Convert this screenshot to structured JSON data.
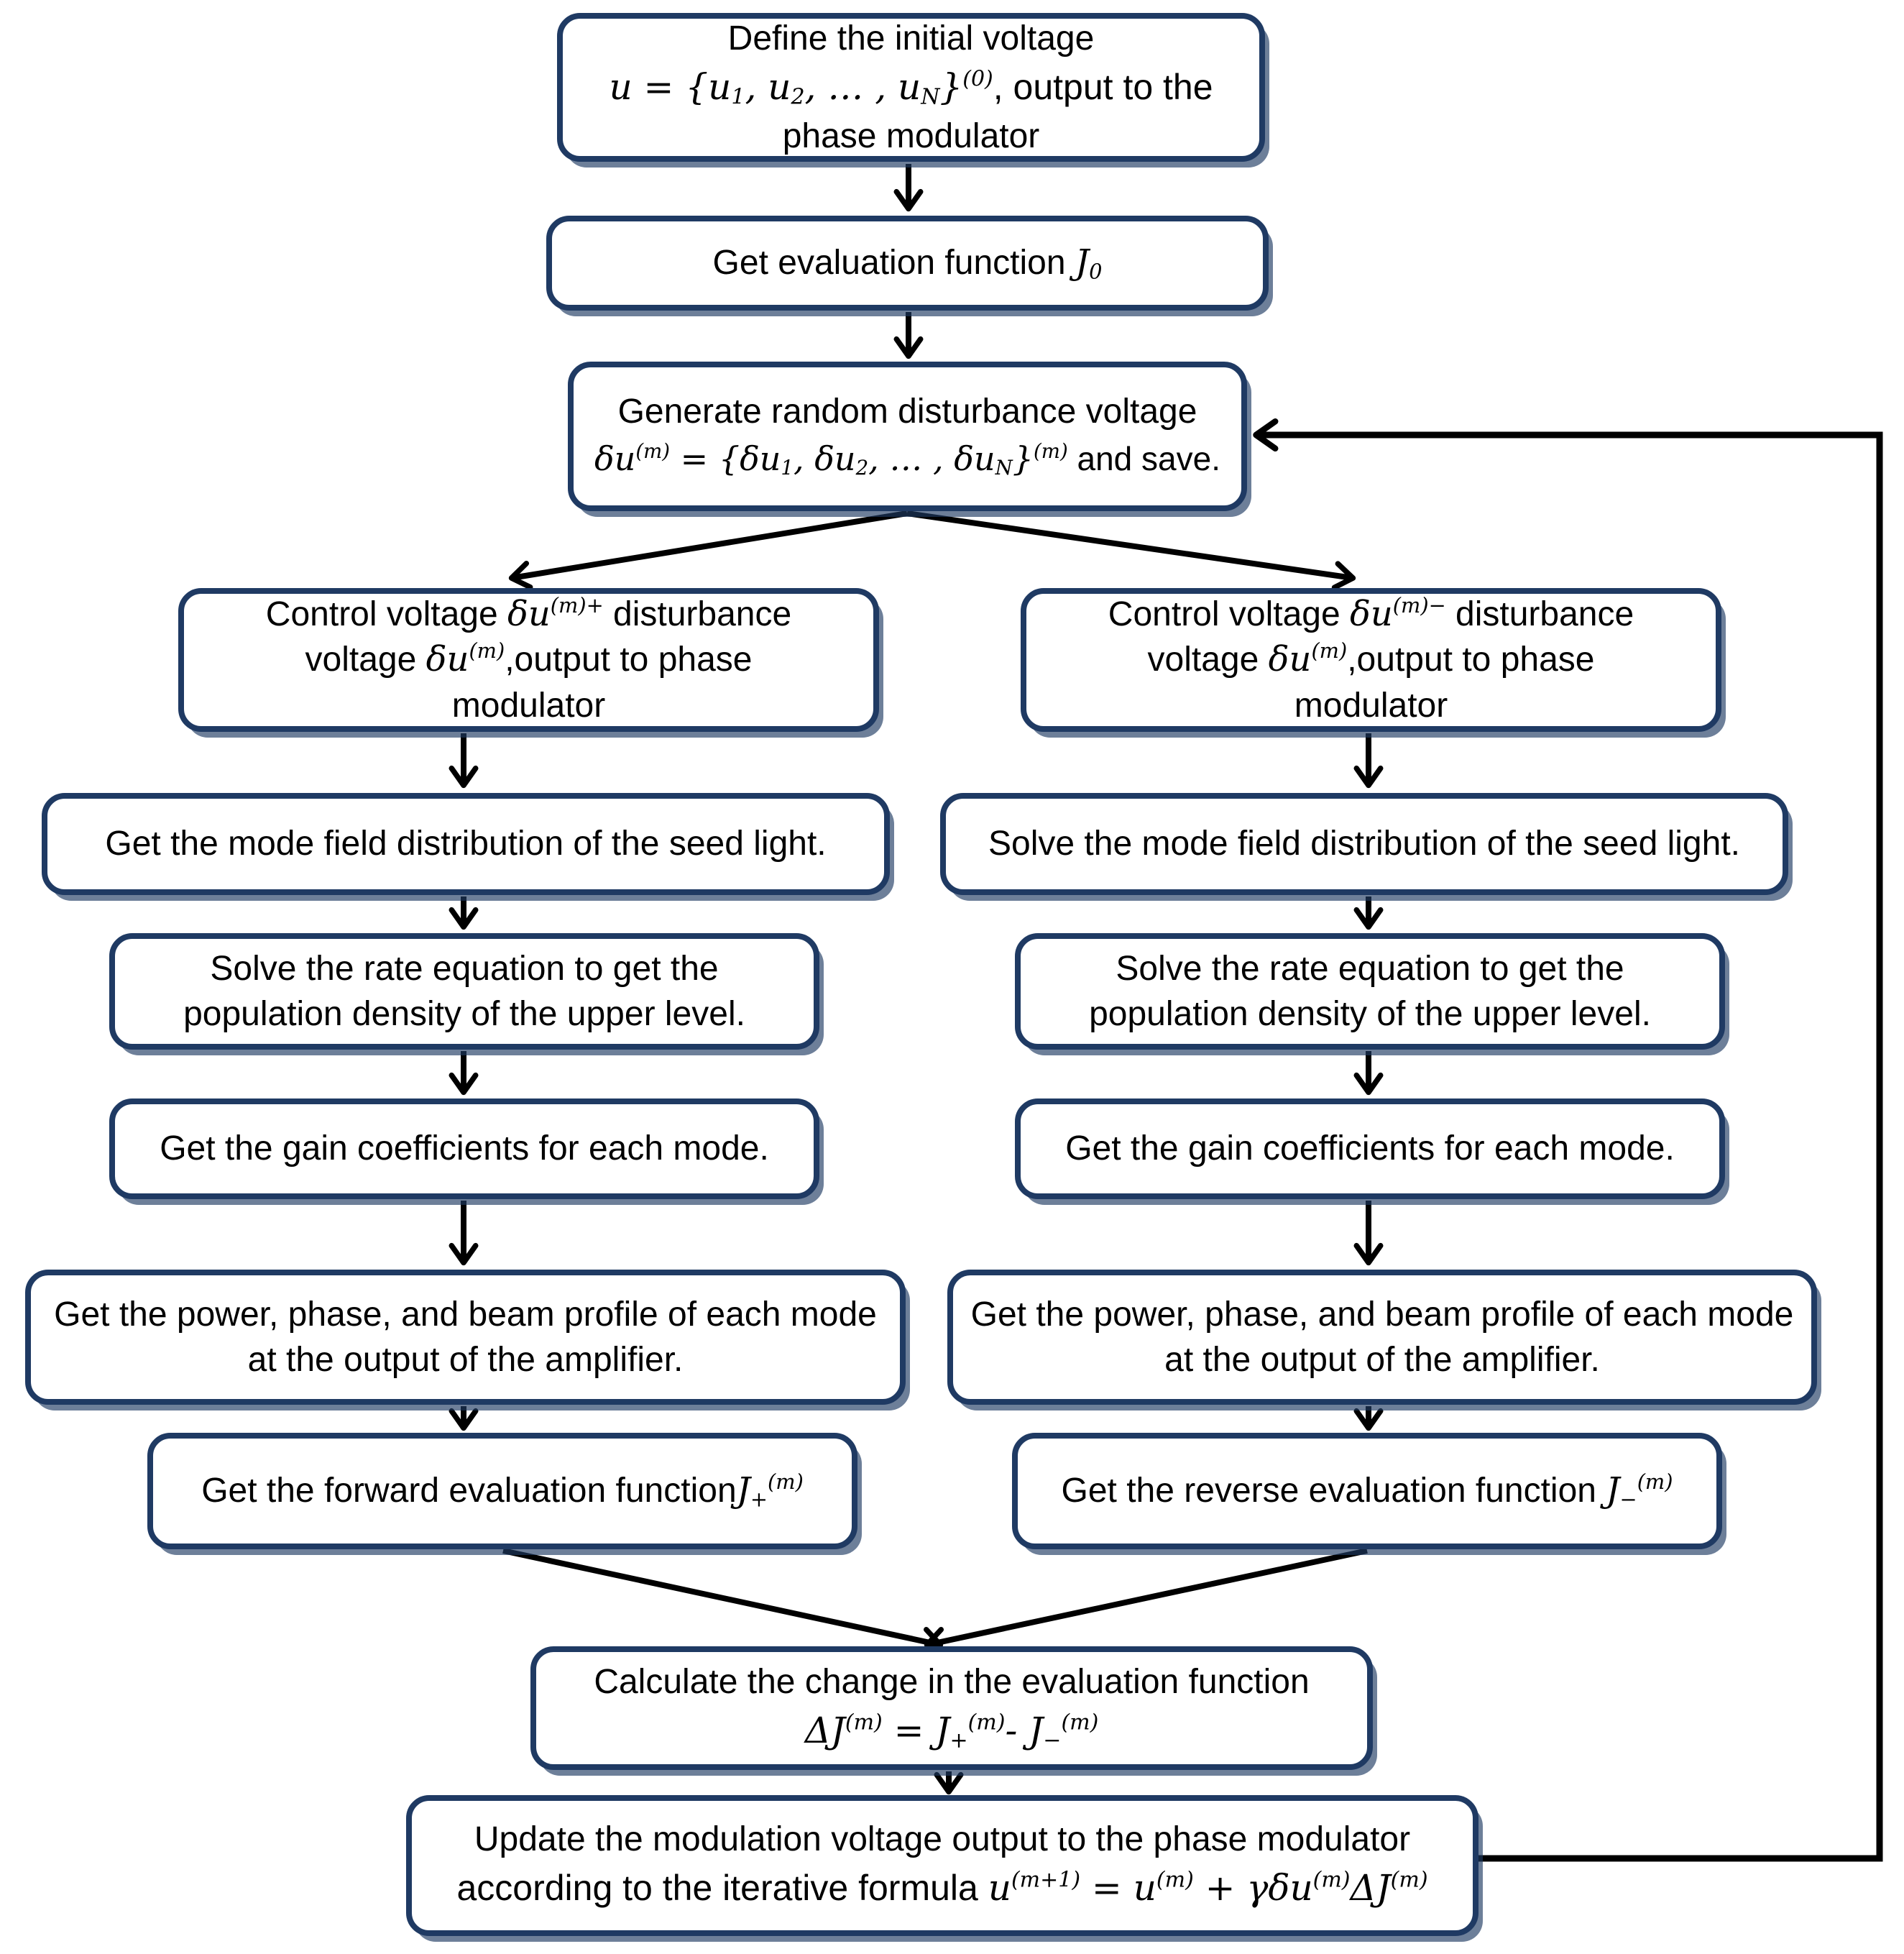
{
  "colors": {
    "border": "#1f3a63",
    "shadow": "rgba(31,58,99,0.65)",
    "arrow": "#000000",
    "background": "#ffffff",
    "text": "#000000"
  },
  "boxes": {
    "define": {
      "line1": "Define the initial voltage",
      "formula": [
        {
          "t": "u",
          "i": true
        },
        {
          "t": " = {",
          "i": true
        },
        {
          "t": "u",
          "i": true
        },
        {
          "t": "1",
          "s": "sub",
          "i": true
        },
        {
          "t": ", ",
          "i": true
        },
        {
          "t": "u",
          "i": true
        },
        {
          "t": "2",
          "s": "sub",
          "i": true
        },
        {
          "t": ", … , ",
          "i": true
        },
        {
          "t": "u",
          "i": true
        },
        {
          "t": "N",
          "s": "sub",
          "i": true
        },
        {
          "t": "}",
          "i": true
        },
        {
          "t": "(0)",
          "s": "sup",
          "i": true
        },
        {
          "t": ", output to the"
        }
      ],
      "line3": "phase modulator"
    },
    "eval0": {
      "rich": [
        {
          "t": "Get evaluation function "
        },
        {
          "t": "J",
          "i": true
        },
        {
          "t": "0",
          "s": "sub",
          "i": true
        }
      ]
    },
    "generate": {
      "line1": "Generate random disturbance voltage",
      "formula": [
        {
          "t": "δu",
          "i": true
        },
        {
          "t": "(m)",
          "s": "sup",
          "i": true
        },
        {
          "t": " = {",
          "i": true
        },
        {
          "t": "δu",
          "i": true
        },
        {
          "t": "1",
          "s": "sub",
          "i": true
        },
        {
          "t": ", ",
          "i": true
        },
        {
          "t": "δu",
          "i": true
        },
        {
          "t": "2",
          "s": "sub",
          "i": true
        },
        {
          "t": ", … , ",
          "i": true
        },
        {
          "t": "δu",
          "i": true
        },
        {
          "t": "N",
          "s": "sub",
          "i": true
        },
        {
          "t": "}",
          "i": true
        },
        {
          "t": "(m)",
          "s": "sup",
          "i": true
        },
        {
          "t": " and save."
        }
      ]
    },
    "control_plus": {
      "lines": [
        [
          {
            "t": "Control voltage "
          },
          {
            "t": "δu",
            "i": true
          },
          {
            "t": "(m)+",
            "s": "sup",
            "i": true
          },
          {
            "t": " disturbance"
          }
        ],
        [
          {
            "t": "voltage "
          },
          {
            "t": "δu",
            "i": true
          },
          {
            "t": "(m)",
            "s": "sup",
            "i": true
          },
          {
            "t": ",output to phase"
          }
        ],
        [
          {
            "t": "modulator"
          }
        ]
      ]
    },
    "control_minus": {
      "lines": [
        [
          {
            "t": "Control voltage "
          },
          {
            "t": "δu",
            "i": true
          },
          {
            "t": "(m)−",
            "s": "sup",
            "i": true
          },
          {
            "t": " disturbance"
          }
        ],
        [
          {
            "t": "voltage "
          },
          {
            "t": "δu",
            "i": true
          },
          {
            "t": "(m)",
            "s": "sup",
            "i": true
          },
          {
            "t": ",output to phase"
          }
        ],
        [
          {
            "t": "modulator"
          }
        ]
      ]
    },
    "mode_left": {
      "text": "Get the mode field distribution of the seed light."
    },
    "mode_right": {
      "text": "Solve the mode field distribution of the seed light."
    },
    "rate_left": {
      "text": "Solve the rate equation to get the population density of the upper level."
    },
    "rate_right": {
      "text": "Solve the rate equation to get the population density of the upper level."
    },
    "gain_left": {
      "text": "Get the gain coefficients for each mode."
    },
    "gain_right": {
      "text": "Get the gain coefficients for each mode."
    },
    "power_left": {
      "text": "Get the power, phase, and beam profile of each mode at the output of the amplifier."
    },
    "power_right": {
      "text": "Get the power, phase, and beam profile of each mode at the output of the amplifier."
    },
    "forward": {
      "rich": [
        {
          "t": "Get the forward evaluation function"
        },
        {
          "t": "J",
          "i": true
        },
        {
          "t": "+",
          "s": "sub",
          "i": true
        },
        {
          "t": "(m)",
          "s": "sup",
          "i": true
        }
      ]
    },
    "reverse": {
      "rich": [
        {
          "t": "Get the reverse evaluation function "
        },
        {
          "t": "J",
          "i": true
        },
        {
          "t": "−",
          "s": "sub",
          "i": true
        },
        {
          "t": "(m)",
          "s": "sup",
          "i": true
        }
      ]
    },
    "calculate": {
      "line1": "Calculate the change in the evaluation function",
      "formula": [
        {
          "t": "ΔJ",
          "i": true
        },
        {
          "t": "(m)",
          "s": "sup",
          "i": true
        },
        {
          "t": " = ",
          "i": true
        },
        {
          "t": "J",
          "i": true
        },
        {
          "t": "+",
          "s": "sub",
          "i": true
        },
        {
          "t": "(m)",
          "s": "sup",
          "i": true
        },
        {
          "t": "- ",
          "i": true
        },
        {
          "t": "J",
          "i": true
        },
        {
          "t": "−",
          "s": "sub",
          "i": true
        },
        {
          "t": "(m)",
          "s": "sup",
          "i": true
        }
      ]
    },
    "update": {
      "line1": "Update the modulation voltage output to the phase modulator",
      "formula": [
        {
          "t": "according to the iterative formula "
        },
        {
          "t": "u",
          "i": true
        },
        {
          "t": "(m+1)",
          "s": "sup",
          "i": true
        },
        {
          "t": " = ",
          "i": true
        },
        {
          "t": "u",
          "i": true
        },
        {
          "t": "(m)",
          "s": "sup",
          "i": true
        },
        {
          "t": " + ",
          "i": true
        },
        {
          "t": "γδu",
          "i": true
        },
        {
          "t": "(m)",
          "s": "sup",
          "i": true
        },
        {
          "t": "ΔJ",
          "i": true
        },
        {
          "t": "(m)",
          "s": "sup",
          "i": true
        }
      ]
    }
  }
}
